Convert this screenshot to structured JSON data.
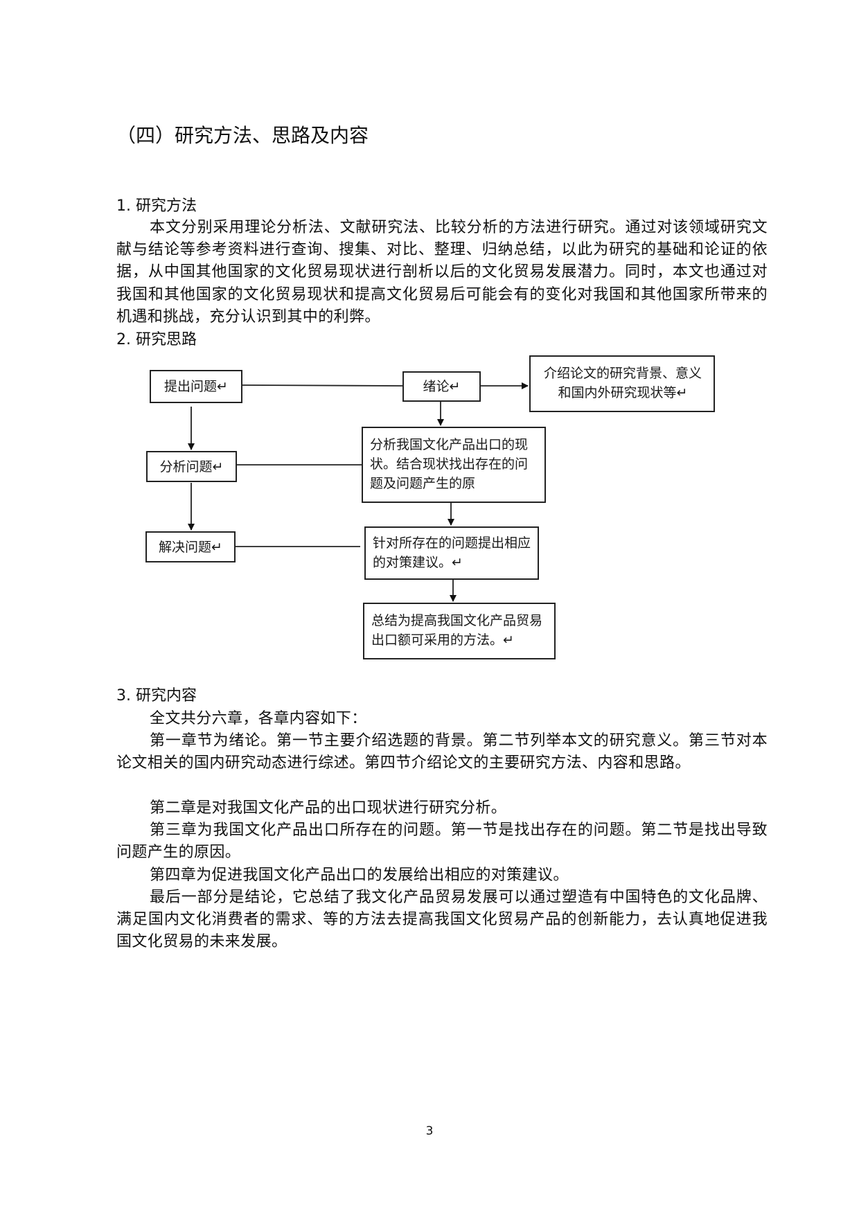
{
  "section_title": "（四）研究方法、思路及内容",
  "method": {
    "heading": "1. 研究方法",
    "paragraph": "本文分别采用理论分析法、文献研究法、比较分析的方法进行研究。通过对该领域研究文献与结论等参考资料进行查询、搜集、对比、整理、归纳总结，以此为研究的基础和论证的依据，从中国其他国家的文化贸易现状进行剖析以后的文化贸易发展潜力。同时，本文也通过对我国和其他国家的文化贸易现状和提高文化贸易后可能会有的变化对我国和其他国家所带来的机遇和挑战，充分认识到其中的利弊。"
  },
  "approach": {
    "heading": "2.  研究思路",
    "flowchart": {
      "raise_problem": "提出问题↵",
      "analyze_problem": "分析问题↵",
      "solve_problem": "解决问题↵",
      "introduction": "绪论↵",
      "intro_detail": "介绍论文的研究背景、意义和国内外研究现状等↵",
      "analysis_detail": "分析我国文化产品出口的现状。结合现状找出存在的问题及问题产生的原",
      "countermeasure": "针对所存在的问题提出相应的对策建议。↵",
      "summary": "总结为提高我国文化产品贸易出口额可采用的方法。↵"
    }
  },
  "content": {
    "heading": "3. 研究内容",
    "paragraphs": [
      "全文共分六章，各章内容如下：",
      "第一章节为绪论。第一节主要介绍选题的背景。第二节列举本文的研究意义。第三节对本论文相关的国内研究动态进行综述。第四节介绍论文的主要研究方法、内容和思路。",
      "第二章是对我国文化产品的出口现状进行研究分析。",
      "第三章为我国文化产品出口所存在的问题。第一节是找出存在的问题。第二节是找出导致问题产生的原因。",
      "第四章为促进我国文化产品出口的发展给出相应的对策建议。",
      "最后一部分是结论，它总结了我文化产品贸易发展可以通过塑造有中国特色的文化品牌、满足国内文化消费者的需求、等的方法去提高我国文化贸易产品的创新能力，去认真地促进我国文化贸易的未来发展。"
    ]
  },
  "page_number": "3"
}
